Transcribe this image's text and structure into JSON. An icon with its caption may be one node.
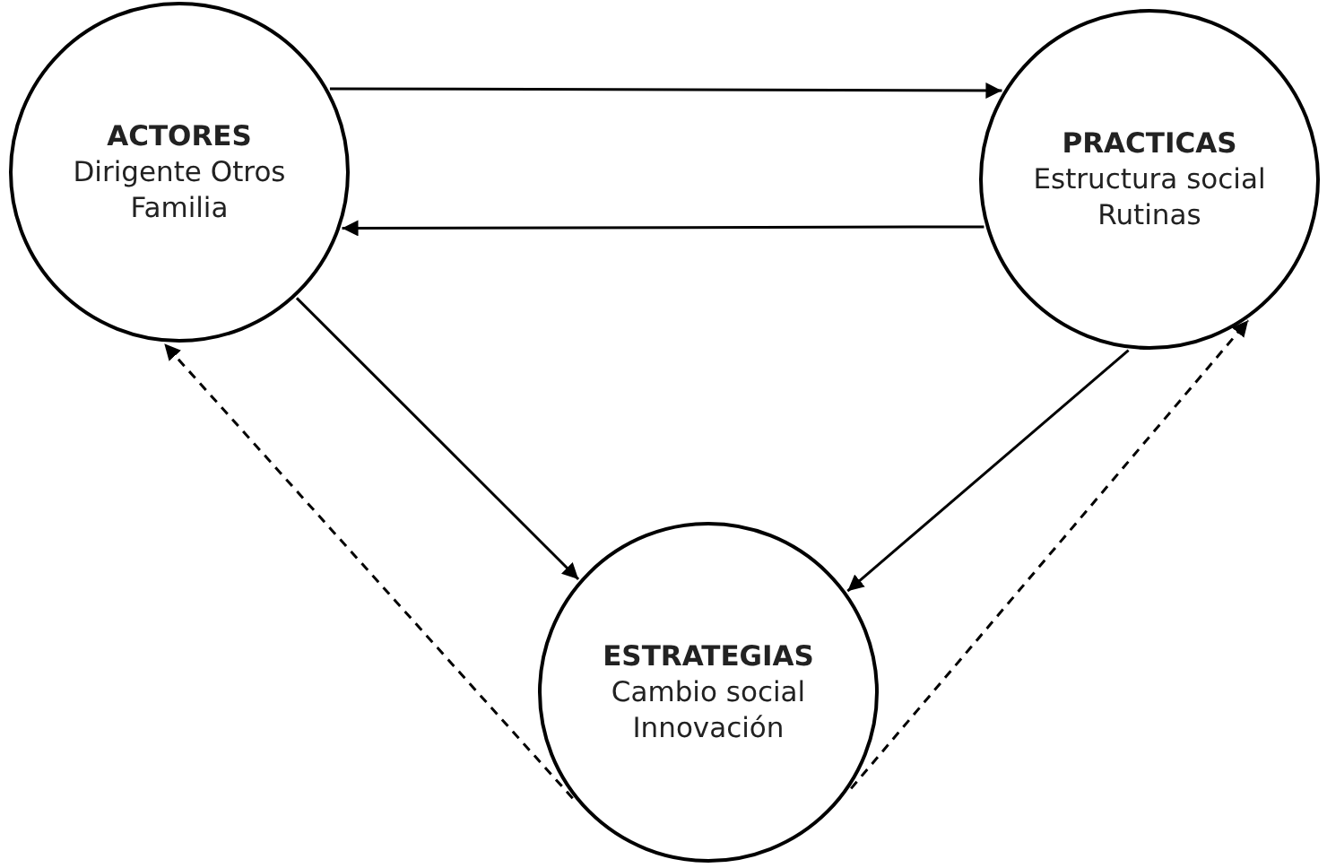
{
  "diagram": {
    "nodes": [
      {
        "text": [
          "ACTORES",
          "Dirigente Otros Familia"
        ]
      },
      {
        "text": [
          "PRACTICAS",
          "Estructura social Rutinas"
        ]
      },
      {
        "text": [
          "ESTRATEGIAS",
          "Cambio social Innovación"
        ]
      }
    ],
    "edges": [
      {
        "from": 0,
        "to": 1,
        "arrow": "to"
      },
      {
        "from": 1,
        "to": 0,
        "arrow": "to"
      },
      {
        "from": 0,
        "to": 2,
        "arrow": "to"
      },
      {
        "from": 2,
        "to": 0,
        "arrow": "to",
        "style": "dashed"
      },
      {
        "from": 1,
        "to": 2,
        "arrow": "to"
      },
      {
        "from": 2,
        "to": 1,
        "arrow": "to",
        "style": "dashed"
      }
    ]
  }
}
